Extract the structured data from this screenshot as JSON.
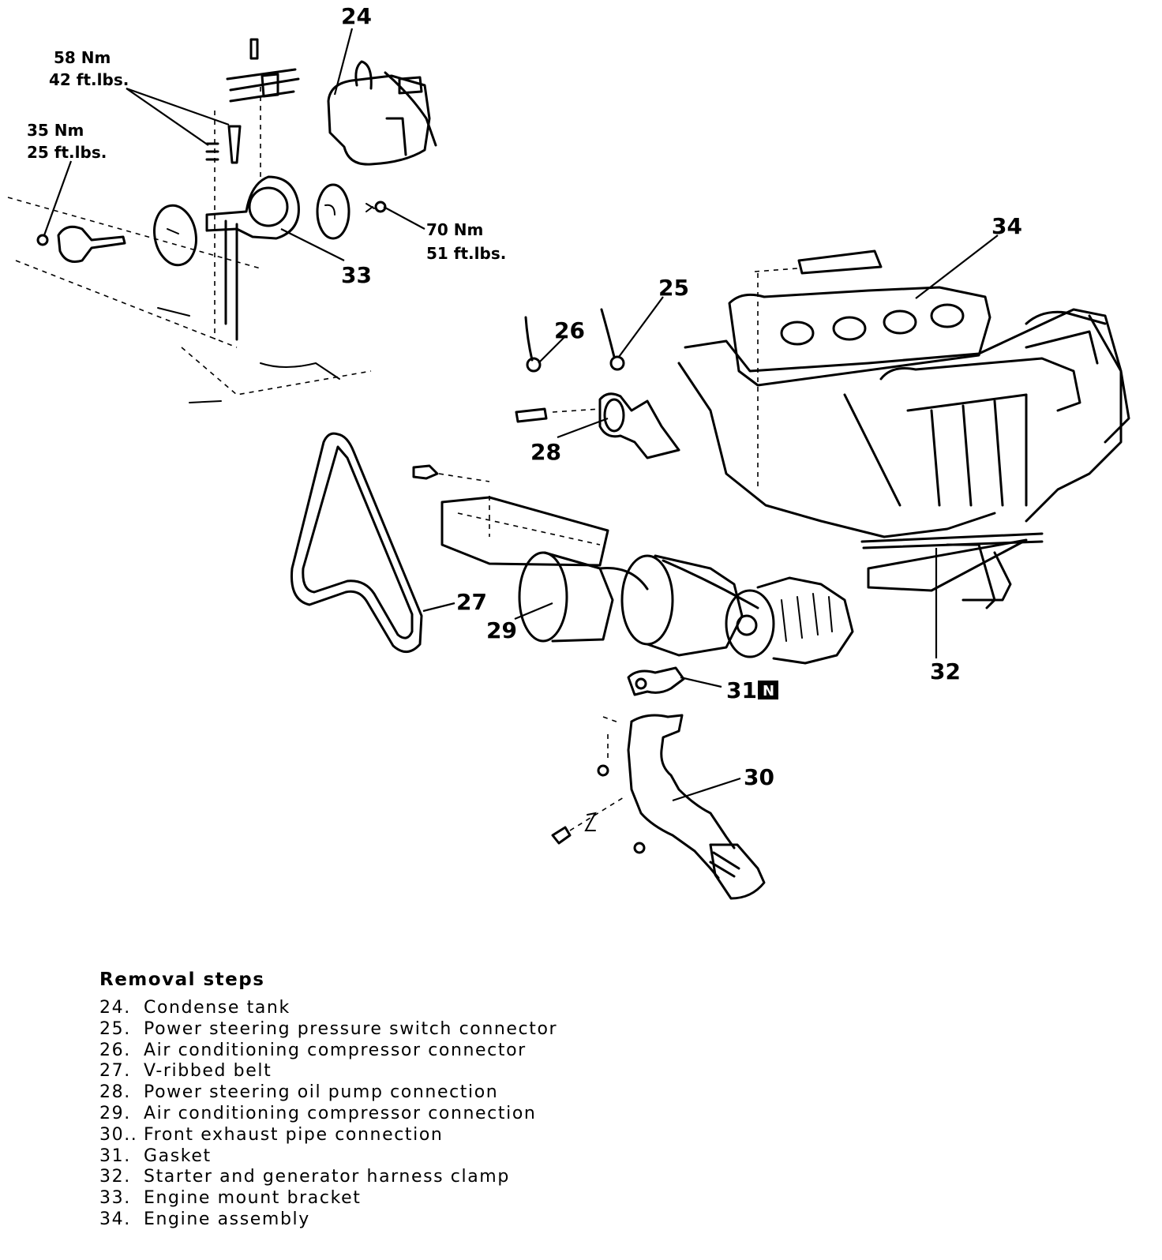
{
  "diagram": {
    "callouts": {
      "c24": "24",
      "c25": "25",
      "c26": "26",
      "c27": "27",
      "c28": "28",
      "c29": "29",
      "c30": "30",
      "c31": "31",
      "c32": "32",
      "c33": "33",
      "c34": "34"
    },
    "badge_31": "N",
    "torque": {
      "t58_nm": "58 Nm",
      "t58_ft": "42 ft.lbs.",
      "t35_nm": "35 Nm",
      "t35_ft": "25 ft.lbs.",
      "t70_nm": "70 Nm",
      "t70_ft": "51 ft.lbs."
    }
  },
  "removal": {
    "title": "Removal steps",
    "steps": [
      {
        "num": "24.",
        "text": "Condense tank"
      },
      {
        "num": "25.",
        "text": "Power steering pressure switch connector"
      },
      {
        "num": "26.",
        "text": "Air conditioning compressor connector"
      },
      {
        "num": "27.",
        "text": "V-ribbed belt"
      },
      {
        "num": "28.",
        "text": "Power steering oil pump connection"
      },
      {
        "num": "29.",
        "text": "Air conditioning compressor connection"
      },
      {
        "num": "30..",
        "text": "Front exhaust pipe connection"
      },
      {
        "num": "31.",
        "text": "Gasket"
      },
      {
        "num": "32.",
        "text": "Starter and generator harness clamp"
      },
      {
        "num": "33.",
        "text": "Engine mount bracket"
      },
      {
        "num": "34.",
        "text": "Engine assembly"
      }
    ]
  }
}
